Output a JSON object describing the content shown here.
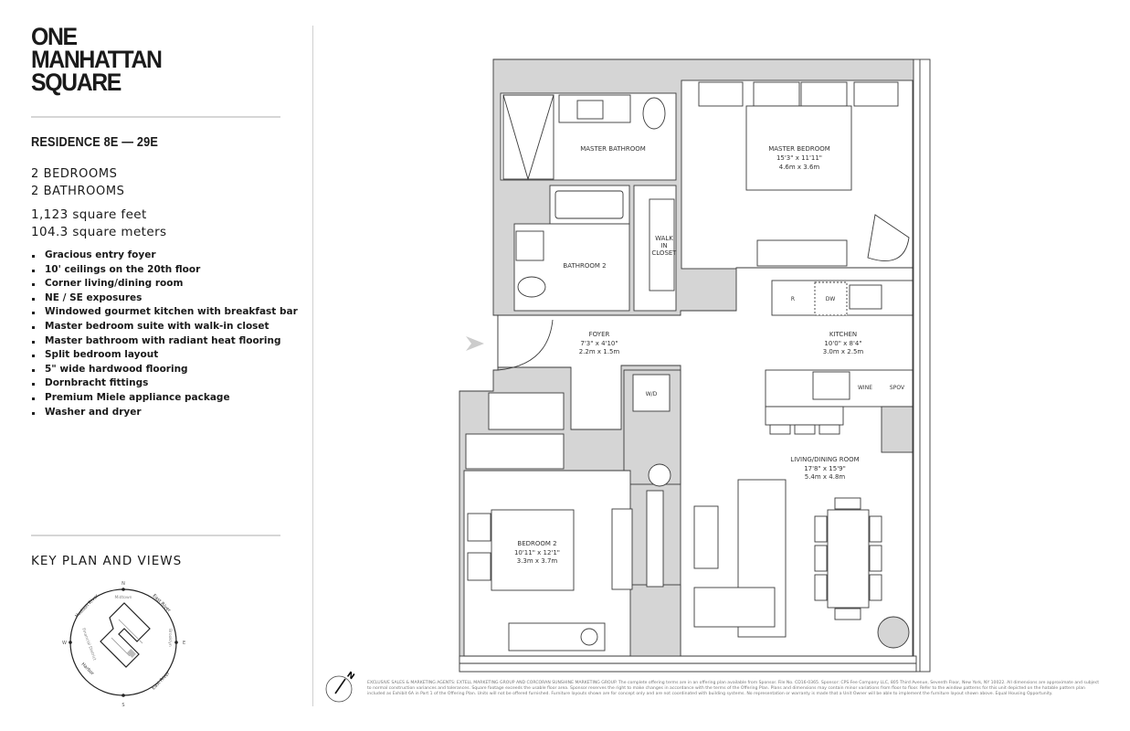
{
  "brand": {
    "lines": [
      "ONE",
      "MANHATTAN",
      "SQUARE"
    ]
  },
  "residence": "RESIDENCE 8E — 29E",
  "bedrooms": "2 BEDROOMS",
  "bathrooms": "2 BATHROOMS",
  "square_feet": "1,123 square feet",
  "square_meters": "104.3 square meters",
  "features": [
    "Gracious entry foyer",
    "10' ceilings on the 20th floor",
    "Corner living/dining room",
    "NE / SE exposures",
    "Windowed gourmet kitchen with breakfast bar",
    "Master bedroom suite with walk-in closet",
    "Master bathroom with radiant heat flooring",
    "Split bedroom layout",
    "5\" wide hardwood flooring",
    "Dornbracht fittings",
    "Premium Miele appliance package",
    "Washer and dryer"
  ],
  "key_plan": {
    "title": "KEY PLAN AND VIEWS",
    "compass": {
      "n": "N",
      "e": "E",
      "s": "S",
      "w": "W"
    },
    "views": {
      "hudson_river": "Hudson River",
      "midtown": "Midtown",
      "east_river_ne": "East River",
      "brooklyn": "Brooklyn",
      "east_river_se": "East River",
      "harbor": "Harbor",
      "financial_district": "Financial District"
    }
  },
  "floor_plan": {
    "master_bathroom": {
      "name": "MASTER BATHROOM"
    },
    "master_bedroom": {
      "name": "MASTER BEDROOM",
      "imperial": "15'3\" x 11'11\"",
      "metric": "4.6m x 3.6m"
    },
    "walk_in_closet": {
      "lines": [
        "WALK",
        "IN",
        "CLOSET"
      ]
    },
    "bathroom_2": {
      "name": "BATHROOM 2"
    },
    "foyer": {
      "name": "FOYER",
      "imperial": "7'3\" x 4'10\"",
      "metric": "2.2m x 1.5m"
    },
    "kitchen": {
      "name": "KITCHEN",
      "imperial": "10'0\" x 8'4\"",
      "metric": "3.0m x 2.5m"
    },
    "living_dining": {
      "name": "LIVING/DINING ROOM",
      "imperial": "17'8\" x 15'9\"",
      "metric": "5.4m x 4.8m"
    },
    "bedroom_2": {
      "name": "BEDROOM 2",
      "imperial": "10'11\" x 12'1\"",
      "metric": "3.3m x 3.7m"
    },
    "appliances": {
      "refrigerator": "R",
      "dishwasher": "DW",
      "wine": "WINE",
      "speed_oven": "SPOV",
      "washer_dryer": "W/D"
    },
    "north_label": "N",
    "wall_color": "#d5d5d5",
    "line_color": "#3a3a3a"
  },
  "disclaimer": "EXCLUSIVE SALES & MARKETING AGENTS: EXTELL MARKETING GROUP AND CORCORAN SUNSHINE MARKETING GROUP. The complete offering terms are in an offering plan available from Sponsor. File No. CD16-0365. Sponsor: CPS Fee Company LLC, 805 Third Avenue, Seventh Floor, New York, NY 10022. All dimensions are approximate and subject to normal construction variances and tolerances. Square footage exceeds the usable floor area. Sponsor reserves the right to make changes in accordance with the terms of the Offering Plan. Plans and dimensions may contain minor variations from floor to floor. Refer to the window patterns for this unit depicted on the hatable pattern plan included as Exhibit 6A in Part 1 of the Offering Plan. Units will not be offered furnished. Furniture layouts shown are for concept only and are not coordinated with building systems. No representation or warranty is made that a Unit Owner will be able to implement the furniture layout shown above. Equal Housing Opportunity."
}
